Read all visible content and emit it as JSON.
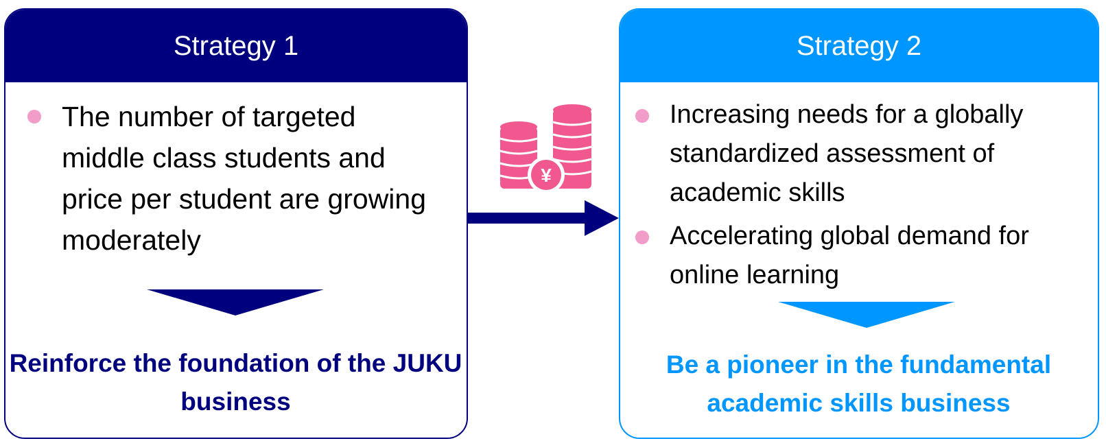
{
  "strategy1": {
    "title": "Strategy 1",
    "bullets": [
      "The number of targeted middle class students and price per student are growing moderately"
    ],
    "conclusion": "Reinforce the foundation of the JUKU business",
    "color": "#00007f"
  },
  "strategy2": {
    "title": "Strategy 2",
    "bullets": [
      "Increasing needs for a globally standardized assessment of academic skills",
      "Accelerating global demand for online learning"
    ],
    "conclusion": "Be a pioneer in the fundamental academic skills business",
    "color": "#0096ff"
  },
  "connector": {
    "icon": "yen-coins-icon",
    "icon_text": "¥",
    "icon_color": "#f0588f",
    "bullet_color": "#f29cc8"
  }
}
